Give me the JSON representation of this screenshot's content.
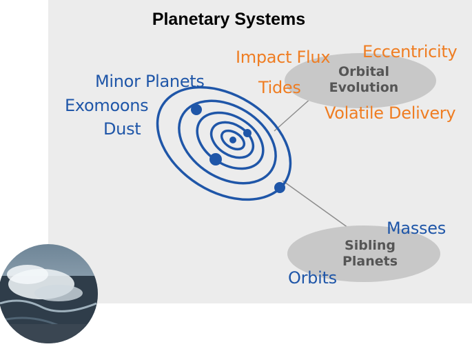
{
  "title": "Planetary Systems",
  "left_labels": [
    "Minor Planets",
    "Exomoons",
    "Dust"
  ],
  "evolution": {
    "bubble": [
      "Orbital",
      "Evolution"
    ],
    "labels": [
      "Impact Flux",
      "Eccentricity",
      "Tides",
      "Volatile Delivery"
    ]
  },
  "siblings": {
    "bubble": [
      "Sibling",
      "Planets"
    ],
    "labels": [
      "Masses",
      "Orbits"
    ]
  },
  "colors": {
    "blue": "#1f56a8",
    "orange": "#ef7d22",
    "panel": "#ececec",
    "bubble": "#c8c8c8"
  },
  "image_note_icon": "ocean-storm-photo"
}
